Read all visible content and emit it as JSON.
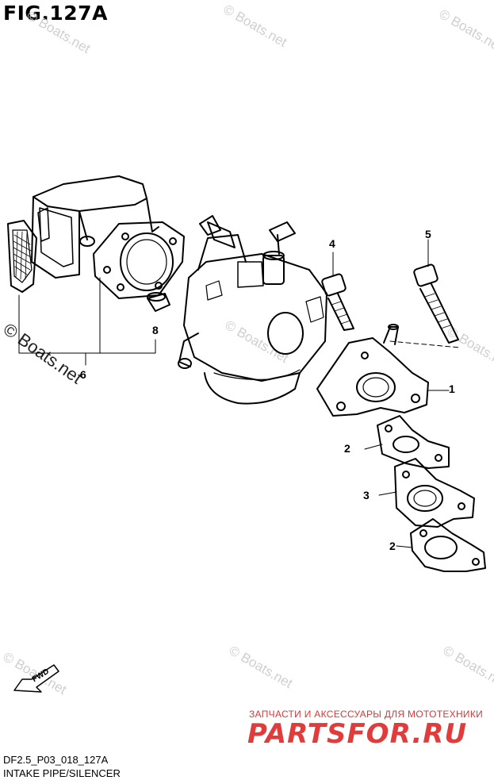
{
  "figure": {
    "title": "FIG.127A",
    "code": "DF2.5_P03_018_127A",
    "name": "INTAKE PIPE/SILENCER",
    "fwd_label": "FWD"
  },
  "watermark": {
    "text": "© Boats.net"
  },
  "callouts": [
    {
      "id": "1",
      "label": "1"
    },
    {
      "id": "2a",
      "label": "2"
    },
    {
      "id": "3",
      "label": "3"
    },
    {
      "id": "2b",
      "label": "2"
    },
    {
      "id": "4",
      "label": "4"
    },
    {
      "id": "5",
      "label": "5"
    },
    {
      "id": "6",
      "label": "6"
    },
    {
      "id": "8",
      "label": "8"
    }
  ],
  "ad": {
    "tagline": "ЗАПЧАСТИ И АКСЕССУАРЫ ДЛЯ МОТОТЕХНИКИ",
    "brand": "PARTSFOR.RU"
  }
}
